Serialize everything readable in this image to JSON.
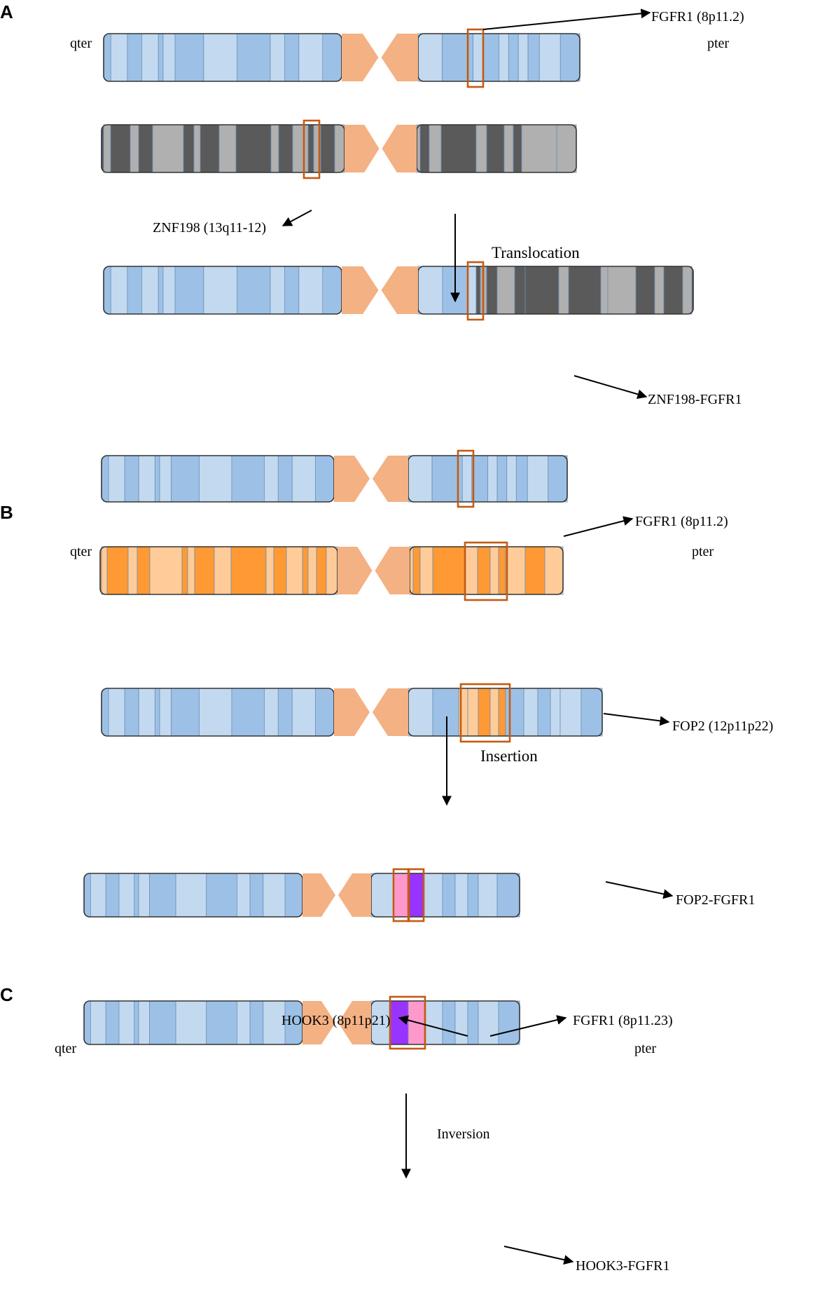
{
  "colors": {
    "blue_light": "#c2d9ef",
    "blue_dark": "#9dc1e6",
    "gray_light": "#b0b0b0",
    "gray_dark": "#5a5a5a",
    "orange_light": "#ffcc99",
    "orange_dark": "#ff9933",
    "pink": "#ff99cc",
    "purple": "#9933ff",
    "centromere": "#f4b183",
    "highlight_box": "#c55a11"
  },
  "panels": [
    {
      "letter": "A",
      "qter_label": "qter",
      "pter_label": "pter",
      "gene1_label": "FGFR1 (8p11.2)",
      "gene2_label": "ZNF198 (13q11-12)",
      "event_label": "Translocation",
      "fusion_label": "ZNF198-FGFR1"
    },
    {
      "letter": "B",
      "qter_label": "qter",
      "pter_label": "pter",
      "gene1_label": "FGFR1 (8p11.2)",
      "gene2_label": "FOP2 (12p11p22)",
      "event_label": "Insertion",
      "fusion_label": "FOP2-FGFR1"
    },
    {
      "letter": "C",
      "qter_label": "qter",
      "pter_label": "pter",
      "gene1_label": "HOOK3 (8p11p21)",
      "gene2_label": "FGFR1 (8p11.23)",
      "event_label": "Inversion",
      "fusion_label": "HOOK3-FGFR1"
    }
  ]
}
